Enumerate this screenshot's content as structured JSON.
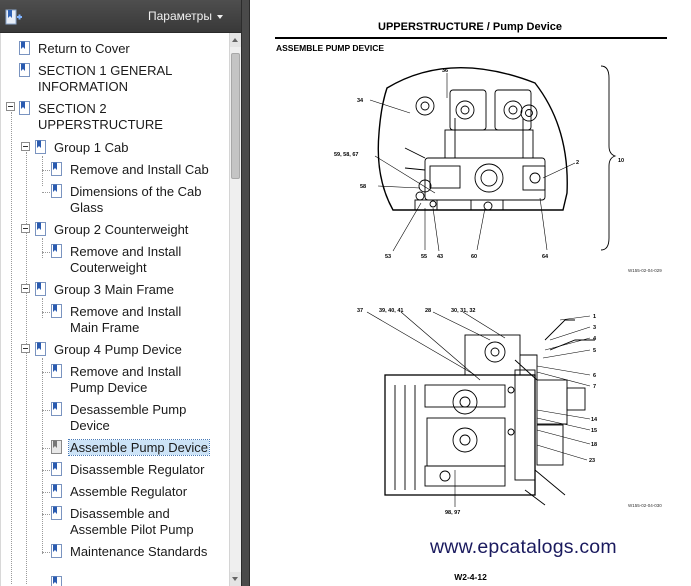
{
  "sidebar": {
    "options_label": "Параметры",
    "bookmarks": [
      {
        "label": "Return to Cover"
      },
      {
        "label": "SECTION 1 GENERAL INFORMATION"
      },
      {
        "label": "SECTION 2 UPPERSTRUCTURE"
      },
      {
        "label": "Group 1 Cab"
      },
      {
        "label": "Remove and Install Cab"
      },
      {
        "label": "Dimensions of the Cab Glass"
      },
      {
        "label": "Group 2 Counterweight"
      },
      {
        "label": "Remove and Install Couterweight"
      },
      {
        "label": "Group 3 Main Frame"
      },
      {
        "label": "Remove and Install Main Frame"
      },
      {
        "label": "Group 4 Pump Device"
      },
      {
        "label": "Remove and Install Pump Device"
      },
      {
        "label": "Desassemble Pump Device"
      },
      {
        "label": "Assemble Pump Device"
      },
      {
        "label": "Disassemble Regulator"
      },
      {
        "label": "Assemble Regulator"
      },
      {
        "label": "Disassemble and Assemble Pilot Pump"
      },
      {
        "label": "Maintenance Standards"
      }
    ],
    "selected_bookmark": "Assemble Pump Device"
  },
  "document": {
    "page_header": "UPPERSTRUCTURE / Pump Device",
    "section_title": "ASSEMBLE PUMP DEVICE",
    "figure1": {
      "code": "W155-02-04-029",
      "callouts": [
        "36",
        "34",
        "59, 58, 67",
        "58",
        "53",
        "55",
        "43",
        "60",
        "64",
        "2",
        "10"
      ]
    },
    "figure2": {
      "code": "W155-02-04-030",
      "callouts": [
        "37",
        "39, 40, 41",
        "28",
        "30, 31, 32",
        "1",
        "3",
        "4",
        "5",
        "6",
        "7",
        "14",
        "15",
        "18",
        "23",
        "98, 97"
      ]
    },
    "watermark": "www.epcatalogs.com",
    "page_number": "W2-4-12"
  },
  "colors": {
    "toolbar_bg": "#3c3c3c",
    "selection_bg": "#cce3f7",
    "watermark": "#1a1a5e"
  }
}
